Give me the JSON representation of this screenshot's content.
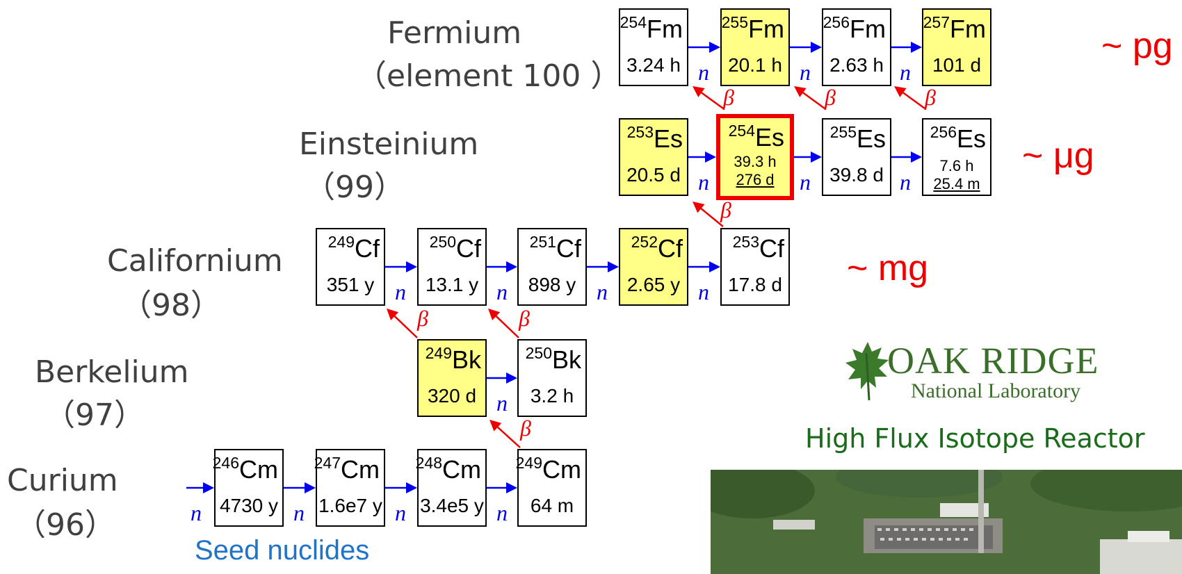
{
  "elements": [
    {
      "name": "Fermium",
      "sub": "（element 100 ）"
    },
    {
      "name": "Einsteinium",
      "sub": "（99）"
    },
    {
      "name": "Californium",
      "sub": "（98）"
    },
    {
      "name": "Berkelium",
      "sub": "（97）"
    },
    {
      "name": "Curium",
      "sub": "（96）"
    }
  ],
  "nuclides": {
    "fm254": {
      "mass": "254",
      "symbol": "Fm",
      "halflife": "3.24 h"
    },
    "fm255": {
      "mass": "255",
      "symbol": "Fm",
      "halflife": "20.1 h"
    },
    "fm256": {
      "mass": "256",
      "symbol": "Fm",
      "halflife": "2.63 h"
    },
    "fm257": {
      "mass": "257",
      "symbol": "Fm",
      "halflife": "101 d"
    },
    "es253": {
      "mass": "253",
      "symbol": "Es",
      "halflife": "20.5 d"
    },
    "es254": {
      "mass": "254",
      "symbol": "Es",
      "halflife_1": "39.3 h",
      "halflife_2": "276 d"
    },
    "es255": {
      "mass": "255",
      "symbol": "Es",
      "halflife": "39.8 d"
    },
    "es256": {
      "mass": "256",
      "symbol": "Es",
      "halflife_1": "7.6 h",
      "halflife_2": "25.4 m"
    },
    "cf249": {
      "mass": "249",
      "symbol": "Cf",
      "halflife": "351 y"
    },
    "cf250": {
      "mass": "250",
      "symbol": "Cf",
      "halflife": "13.1 y"
    },
    "cf251": {
      "mass": "251",
      "symbol": "Cf",
      "halflife": "898 y"
    },
    "cf252": {
      "mass": "252",
      "symbol": "Cf",
      "halflife": "2.65 y"
    },
    "cf253": {
      "mass": "253",
      "symbol": "Cf",
      "halflife": "17.8 d"
    },
    "bk249": {
      "mass": "249",
      "symbol": "Bk",
      "halflife": "320 d"
    },
    "bk250": {
      "mass": "250",
      "symbol": "Bk",
      "halflife": "3.2 h"
    },
    "cm246": {
      "mass": "246",
      "symbol": "Cm",
      "halflife": "4730 y"
    },
    "cm247": {
      "mass": "247",
      "symbol": "Cm",
      "halflife": "1.6e7 y"
    },
    "cm248": {
      "mass": "248",
      "symbol": "Cm",
      "halflife": "3.4e5 y"
    },
    "cm249": {
      "mass": "249",
      "symbol": "Cm",
      "halflife": "64 m"
    }
  },
  "symbols": {
    "neutron": "n",
    "beta": "β"
  },
  "mass_scales": {
    "fermium": "~ pg",
    "einsteinium": "~ μg",
    "californium": "~ mg"
  },
  "seed_label": "Seed nuclides",
  "logo": {
    "name": "OAK RIDGE",
    "sub": "National Laboratory"
  },
  "reactor_label": "High Flux Isotope Reactor",
  "colors": {
    "highlight": "#ffff88",
    "neutron": "#0000ee",
    "beta": "#ee0000",
    "selected_border": "#ee0000",
    "logo": "#3a6f2a",
    "reactor": "#1a6b1a",
    "seed": "#1f73c8"
  }
}
